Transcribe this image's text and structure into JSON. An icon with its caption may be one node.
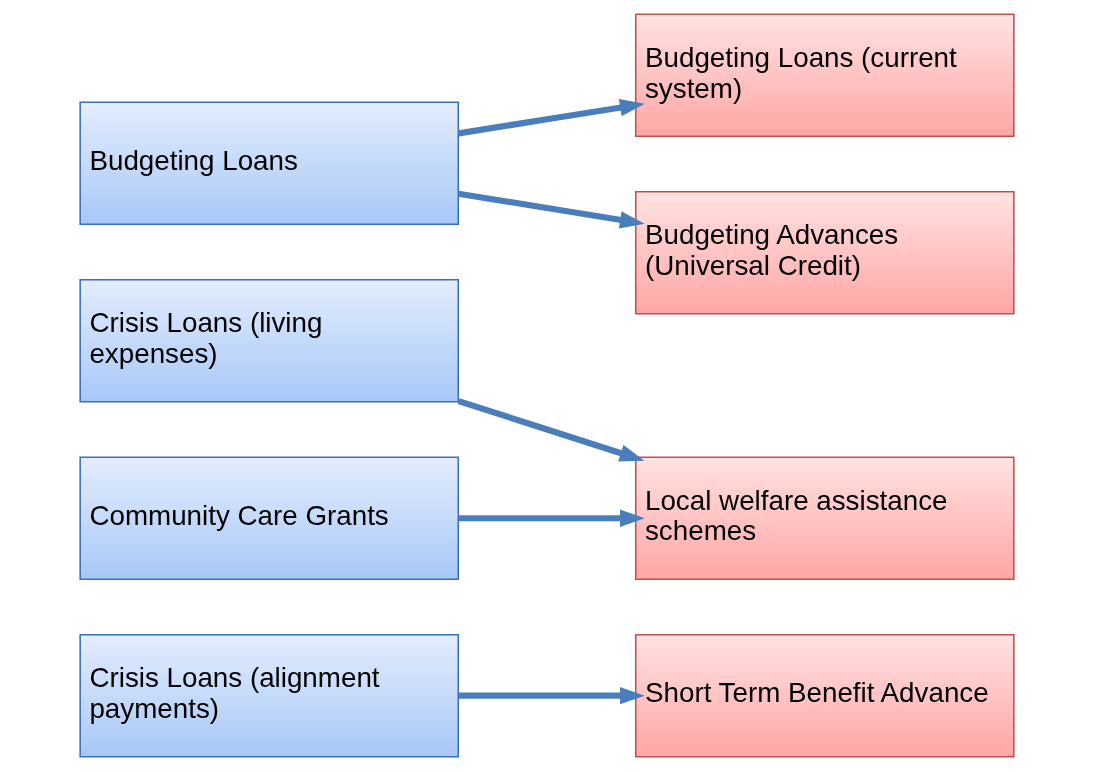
{
  "diagram": {
    "nodes": [
      {
        "text": [
          "Crisis Loans (alignment payments)"
        ]
      },
      {
        "text": [
          "Short Term Benefit Advance"
        ]
      },
      {
        "text": [
          "Crisis Loans (living expenses)"
        ]
      },
      {
        "text": [
          "Local welfare assistance schemes"
        ]
      },
      {
        "text": [
          "Community Care Grants"
        ]
      },
      {
        "text": [
          "Budgeting Loans (current system)"
        ]
      },
      {
        "text": [
          "Budgeting Loans"
        ]
      },
      {
        "text": [
          "Budgeting Advances (Universal Credit)"
        ]
      }
    ],
    "edges": [
      {
        "from": 0,
        "to": 1,
        "arrow": "to"
      },
      {
        "from": 2,
        "to": 3,
        "arrow": "to"
      },
      {
        "from": 4,
        "to": 3,
        "arrow": "to"
      },
      {
        "from": 6,
        "to": 5,
        "arrow": "to"
      },
      {
        "from": 6,
        "to": 7,
        "arrow": "to"
      }
    ]
  }
}
